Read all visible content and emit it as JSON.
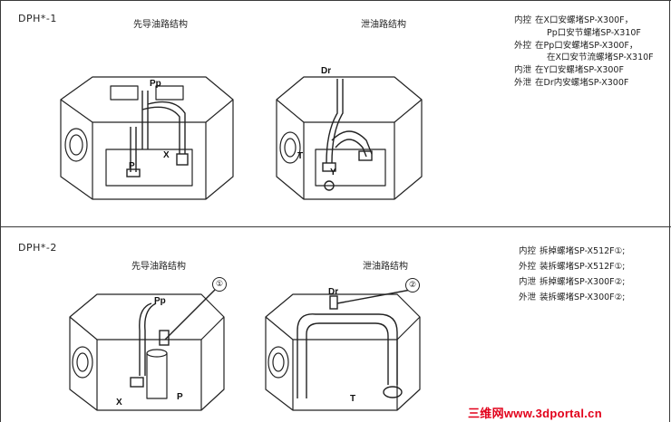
{
  "sections": [
    {
      "title": "DPH*-1",
      "col_left": "先导油路结构",
      "col_right": "泄油路结构",
      "notes": [
        {
          "key": "内控",
          "val": "在X口安螺堵SP-X300F，"
        },
        {
          "key": "",
          "val": "Pp口安节螺堵SP-X310F"
        },
        {
          "key": "外控",
          "val": "在Pp口安螺堵SP-X300F，"
        },
        {
          "key": "",
          "val": "在X口安节流螺堵SP-X310F"
        },
        {
          "key": "内泄",
          "val": "在Y口安螺堵SP-X300F"
        },
        {
          "key": "外泄",
          "val": "在Dr内安螺堵SP-X300F"
        }
      ],
      "labels_left": [
        "Pp",
        "P",
        "X"
      ],
      "labels_right": [
        "Dr",
        "T",
        "Y"
      ]
    },
    {
      "title": "DPH*-2",
      "col_left": "先导油路结构",
      "col_right": "泄油路结构",
      "notes": [
        {
          "key": "内控",
          "val": "拆掉螺堵SP-X512F①;"
        },
        {
          "key": "外控",
          "val": "装拆螺堵SP-X512F①;"
        },
        {
          "key": "内泄",
          "val": "拆掉螺堵SP-X300F②;"
        },
        {
          "key": "外泄",
          "val": "装拆螺堵SP-X300F②;"
        }
      ],
      "labels_left": [
        "Pp",
        "X",
        "P"
      ],
      "labels_right": [
        "Dr",
        "T"
      ],
      "callouts": [
        "①",
        "②"
      ]
    }
  ],
  "watermark": "三维网www.3dportal.cn"
}
